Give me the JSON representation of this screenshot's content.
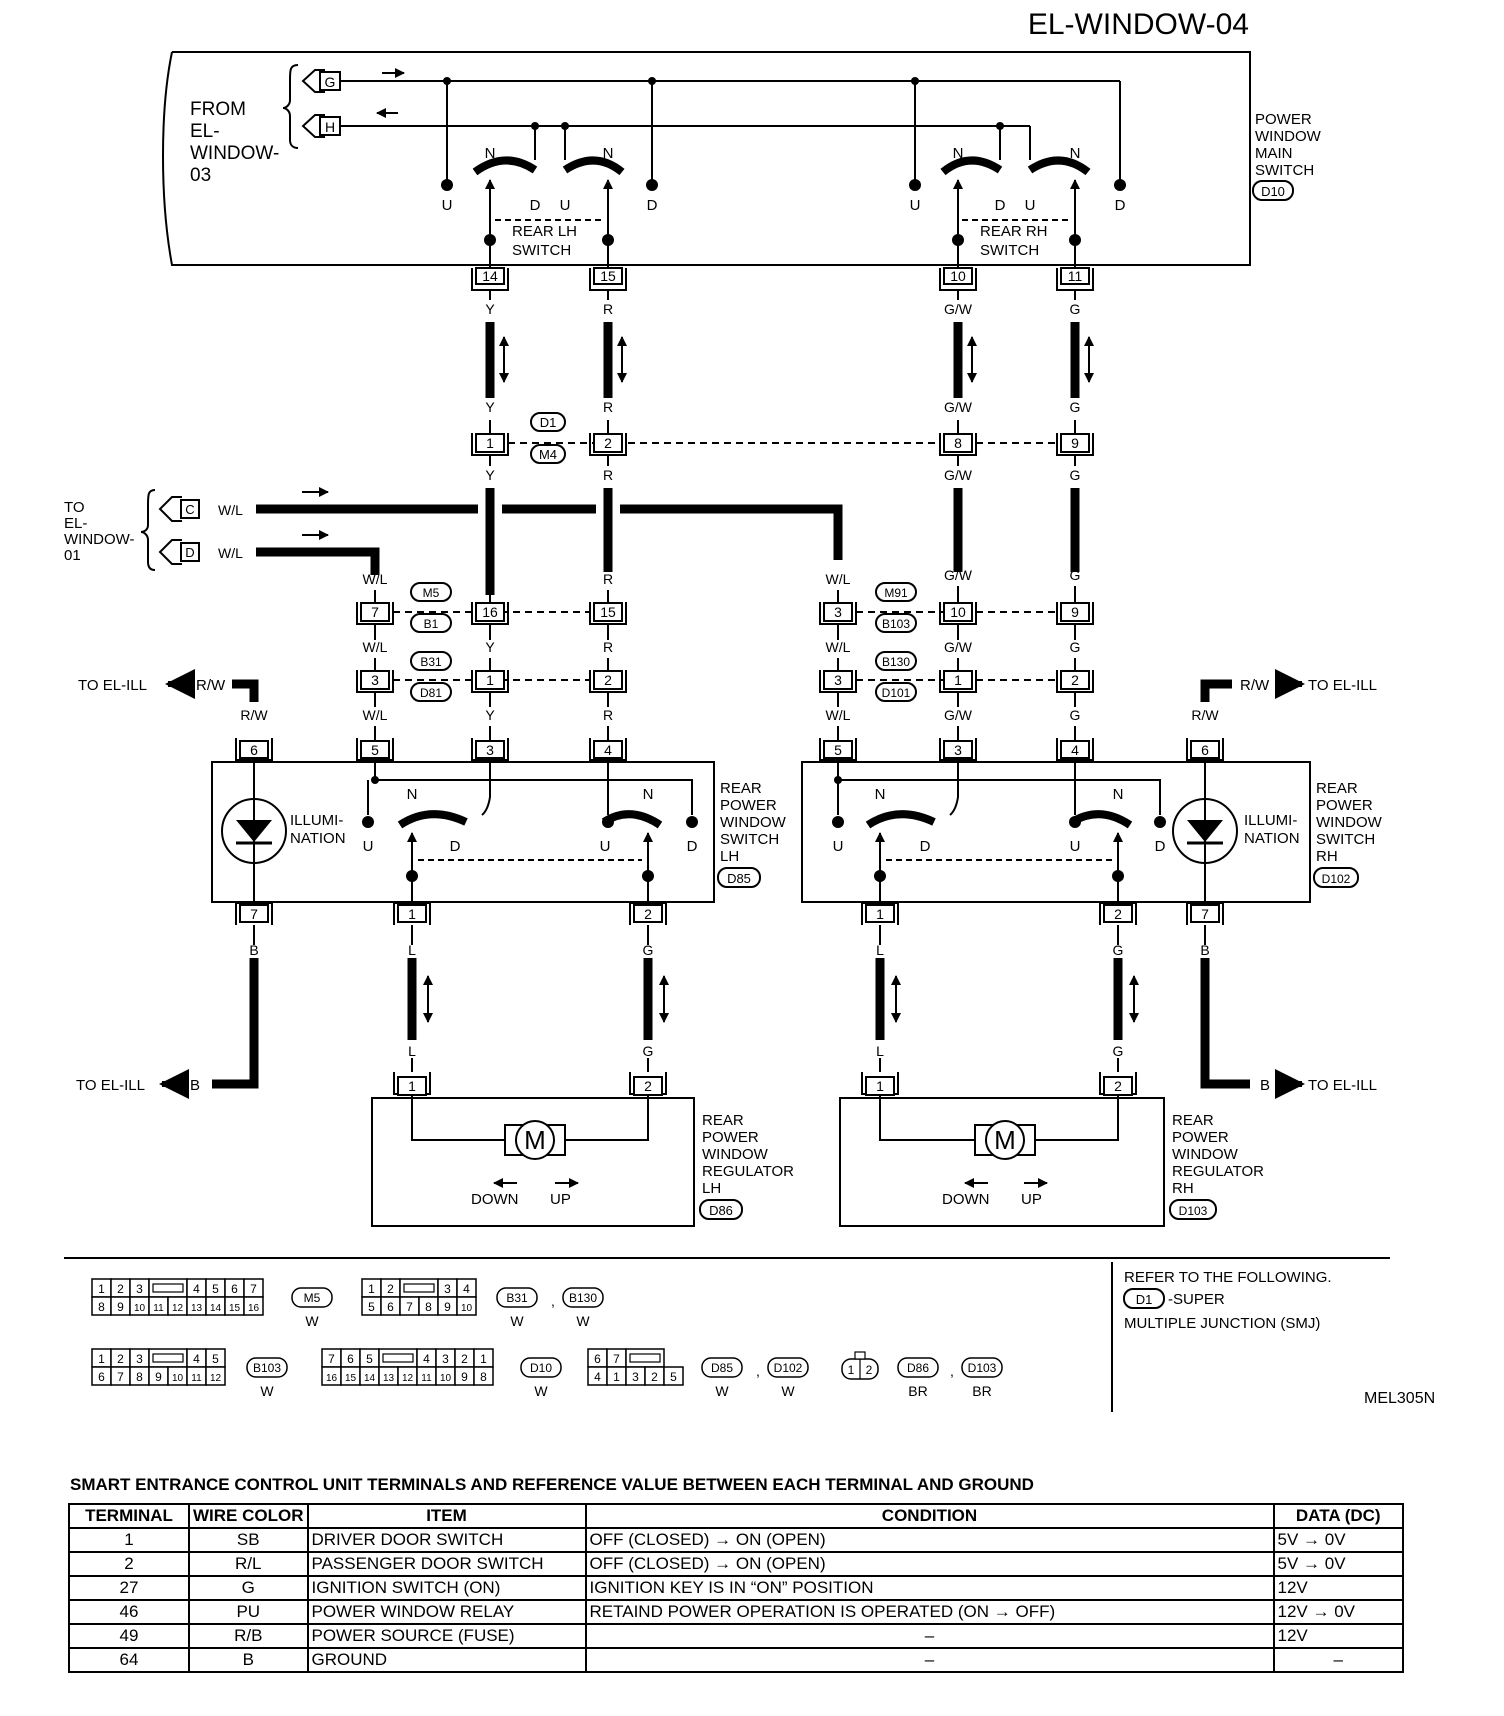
{
  "page": {
    "title": "EL-WINDOW-04",
    "figure_code": "MEL305N"
  },
  "top": {
    "from_lines": [
      "FROM",
      "EL-",
      "WINDOW-",
      "03"
    ],
    "connectors": [
      "G",
      "H"
    ],
    "main_switch": {
      "lines": [
        "POWER",
        "WINDOW",
        "MAIN",
        "SWITCH"
      ],
      "code": "D10"
    },
    "rear_lh_switch": [
      "REAR LH",
      "SWITCH"
    ],
    "rear_rh_switch": [
      "REAR RH",
      "SWITCH"
    ],
    "switch_letters": {
      "n": "N",
      "u": "U",
      "d": "D"
    },
    "main_terminals": [
      "14",
      "15",
      "10",
      "11"
    ]
  },
  "wires": {
    "y": "Y",
    "r": "R",
    "gw": "G/W",
    "g": "G",
    "wl": "W/L",
    "rw": "R/W",
    "l": "L",
    "b": "B"
  },
  "junctions": {
    "smj_top": {
      "codes": [
        "D1",
        "M4"
      ],
      "pins": [
        "1",
        "2",
        "8",
        "9"
      ]
    },
    "lh_upper": {
      "codes": [
        "M5",
        "B1"
      ],
      "pins": [
        "7",
        "16",
        "15"
      ]
    },
    "lh_lower": {
      "codes": [
        "B31",
        "D81"
      ],
      "pins": [
        "3",
        "1",
        "2"
      ]
    },
    "rh_upper": {
      "codes": [
        "M91",
        "B103"
      ],
      "pins": [
        "3",
        "10",
        "9"
      ]
    },
    "rh_lower": {
      "codes": [
        "B130",
        "D101"
      ],
      "pins": [
        "3",
        "1",
        "2"
      ]
    }
  },
  "to_window01": {
    "lines": [
      "TO",
      "EL-",
      "WINDOW-",
      "01"
    ],
    "connectors": [
      "C",
      "D"
    ]
  },
  "ill": {
    "to_label": "TO EL-ILL",
    "illumination": [
      "ILLUMI-",
      "NATION"
    ]
  },
  "lh_switch": {
    "lines": [
      "REAR",
      "POWER",
      "WINDOW",
      "SWITCH",
      "LH"
    ],
    "code": "D85",
    "top_pins": [
      "6",
      "5",
      "3",
      "4"
    ],
    "bottom_pins": [
      "7",
      "1",
      "2"
    ]
  },
  "rh_switch": {
    "lines": [
      "REAR",
      "POWER",
      "WINDOW",
      "SWITCH",
      "RH"
    ],
    "code": "D102",
    "top_pins": [
      "5",
      "3",
      "4",
      "6"
    ],
    "bottom_pins": [
      "1",
      "2",
      "7"
    ]
  },
  "lh_regulator": {
    "lines": [
      "REAR",
      "POWER",
      "WINDOW",
      "REGULATOR",
      "LH"
    ],
    "code": "D86",
    "pins": [
      "1",
      "2"
    ]
  },
  "rh_regulator": {
    "lines": [
      "REAR",
      "POWER",
      "WINDOW",
      "REGULATOR",
      "RH"
    ],
    "code": "D103",
    "pins": [
      "1",
      "2"
    ]
  },
  "motor": {
    "symbol": "M",
    "down": "DOWN",
    "up": "UP"
  },
  "connector_views": {
    "c1": {
      "row1": [
        "1",
        "2",
        "3",
        "",
        "4",
        "5",
        "6",
        "7"
      ],
      "row2": [
        "8",
        "9",
        "10",
        "11",
        "12",
        "13",
        "14",
        "15",
        "16"
      ],
      "codes": [
        "M5"
      ],
      "colors": [
        "W"
      ]
    },
    "c2": {
      "row1": [
        "1",
        "2",
        "",
        "3",
        "4"
      ],
      "row2": [
        "5",
        "6",
        "7",
        "8",
        "9",
        "10"
      ],
      "codes": [
        "B31",
        "B130"
      ],
      "colors": [
        "W",
        "W"
      ]
    },
    "c3": {
      "row1": [
        "1",
        "2",
        "3",
        "",
        "4",
        "5"
      ],
      "row2": [
        "6",
        "7",
        "8",
        "9",
        "10",
        "11",
        "12"
      ],
      "codes": [
        "B103"
      ],
      "colors": [
        "W"
      ]
    },
    "c4": {
      "row1": [
        "7",
        "6",
        "5",
        "",
        "4",
        "3",
        "2",
        "1"
      ],
      "row2": [
        "16",
        "15",
        "14",
        "13",
        "12",
        "11",
        "10",
        "9",
        "8"
      ],
      "codes": [
        "D10"
      ],
      "colors": [
        "W"
      ]
    },
    "c5": {
      "row1": [
        "6",
        "7",
        ""
      ],
      "row2": [
        "4",
        "1",
        "3",
        "2",
        "5"
      ],
      "codes": [
        "D85",
        "D102"
      ],
      "colors": [
        "W",
        "W"
      ]
    },
    "c6": {
      "pins": [
        "1",
        "2"
      ],
      "codes": [
        "D86",
        "D103"
      ],
      "colors": [
        "BR",
        "BR"
      ]
    }
  },
  "reference": {
    "line1": "REFER TO THE FOLLOWING.",
    "code": "D1",
    "line2": "-SUPER",
    "line3": "MULTIPLE JUNCTION (SMJ)"
  },
  "table": {
    "title": "SMART ENTRANCE CONTROL UNIT TERMINALS AND REFERENCE VALUE BETWEEN EACH TERMINAL AND GROUND",
    "headers": [
      "TERMINAL",
      "WIRE COLOR",
      "ITEM",
      "CONDITION",
      "DATA (DC)"
    ],
    "rows": [
      [
        "1",
        "SB",
        "DRIVER DOOR SWITCH",
        "OFF (CLOSED)  → ON (OPEN)",
        "5V  → 0V"
      ],
      [
        "2",
        "R/L",
        "PASSENGER DOOR SWITCH",
        "OFF (CLOSED)  → ON (OPEN)",
        "5V  → 0V"
      ],
      [
        "27",
        "G",
        "IGNITION SWITCH (ON)",
        "IGNITION KEY IS IN “ON” POSITION",
        "12V"
      ],
      [
        "46",
        "PU",
        "POWER WINDOW RELAY",
        "RETAIND POWER OPERATION IS OPERATED  (ON → OFF)",
        "12V → 0V"
      ],
      [
        "49",
        "R/B",
        "POWER SOURCE (FUSE)",
        "–",
        "12V"
      ],
      [
        "64",
        "B",
        "GROUND",
        "–",
        "–"
      ]
    ]
  }
}
